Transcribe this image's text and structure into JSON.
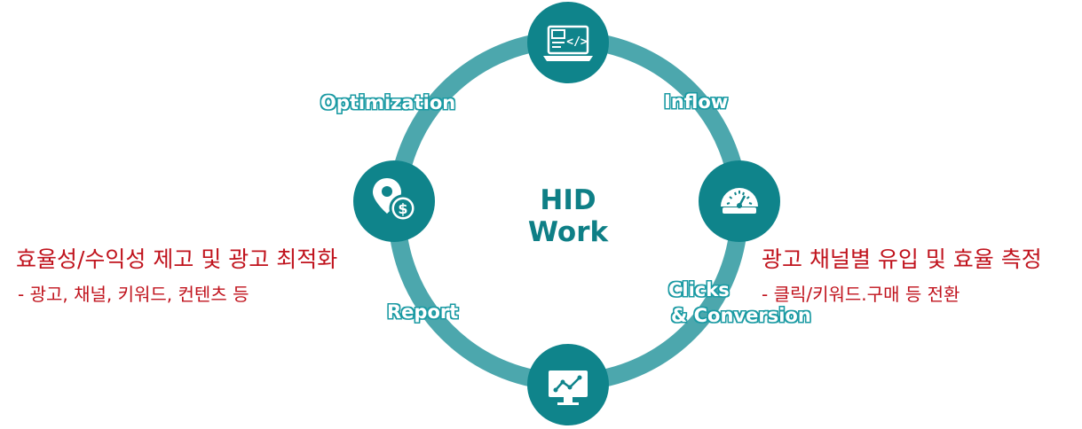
{
  "center": {
    "line1": "HID",
    "line2": "Work"
  },
  "stages": {
    "top_right": "Inflow",
    "top_left": "Optimization",
    "right_line1": "Clicks",
    "right_line2": "& Conversion",
    "bottom_left": "Report"
  },
  "left_text": {
    "main": "효율성/수익성 제고 및 광고 최적화",
    "sub": "- 광고, 채널, 키워드, 컨텐츠 등"
  },
  "right_text": {
    "main": "광고 채널별 유입 및 효율 측정",
    "sub": "- 클릭/키워드.구매 등 전환"
  },
  "icons": {
    "top": "web-code-laptop-icon",
    "right": "speedometer-gauge-icon",
    "bottom": "analytics-monitor-icon",
    "left": "location-money-icon"
  },
  "colors": {
    "ring": "#4ca7ad",
    "node": "#0f848b",
    "center_text": "#0e7f86",
    "annotation": "#c0131d"
  }
}
